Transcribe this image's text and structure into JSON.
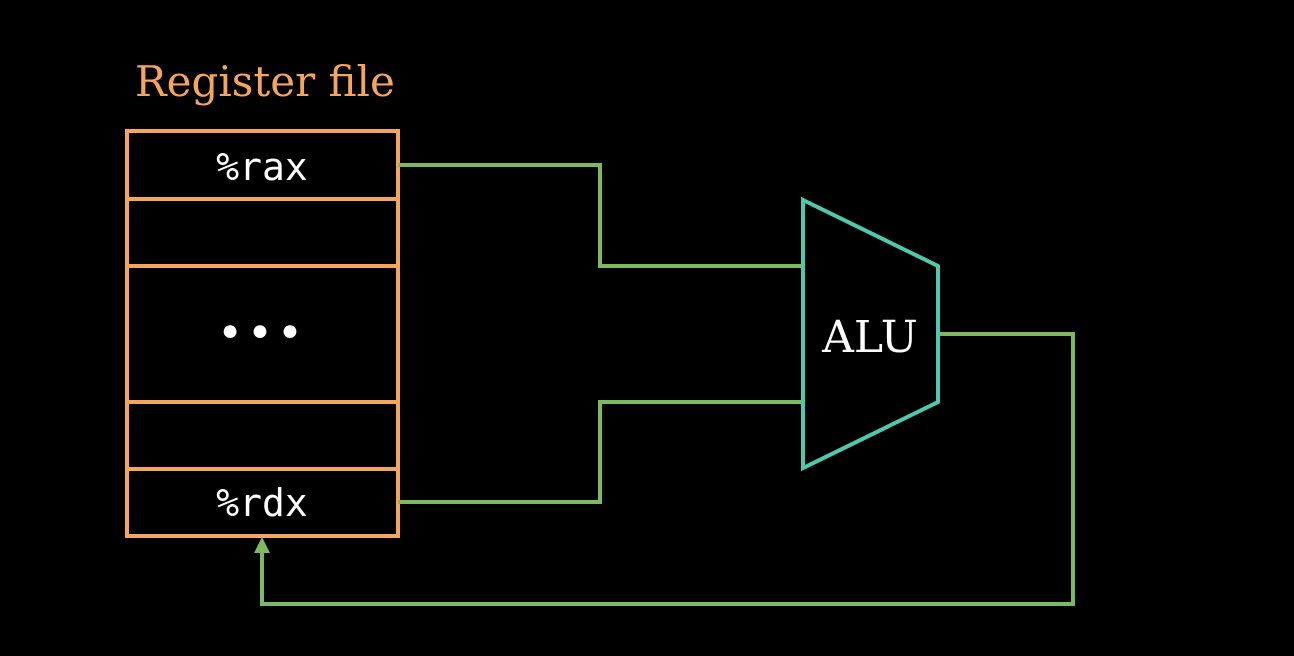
{
  "register_file": {
    "title": "Register file",
    "rows": [
      "%rax",
      "",
      "•••",
      "",
      "%rdx"
    ]
  },
  "alu": {
    "label": "ALU"
  },
  "colors": {
    "background": "#000000",
    "register_file": "#F5A65B",
    "alu": "#4EC9B0",
    "wires": "#7DB960",
    "text": "#FFFFFF"
  }
}
